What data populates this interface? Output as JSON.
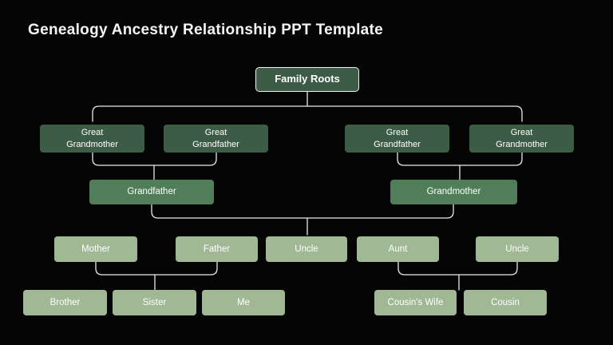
{
  "title": "Genealogy Ancestry Relationship PPT Template",
  "colors": {
    "bg": "#050505",
    "dark": "#3d5c45",
    "mid": "#527d59",
    "light": "#a0b894",
    "line": "#e6ece4",
    "text": "#ffffff"
  },
  "tree": {
    "root": "Family Roots",
    "level2": [
      "Great Grandmother",
      "Great Grandfather",
      "Great Grandfather",
      "Great Grandmother"
    ],
    "level3": [
      "Grandfather",
      "Grandmother"
    ],
    "level4": [
      "Mother",
      "Father",
      "Uncle",
      "Aunt",
      "Uncle"
    ],
    "level5": [
      "Brother",
      "Sister",
      "Me",
      "Cousin's Wife",
      "Cousin"
    ]
  }
}
